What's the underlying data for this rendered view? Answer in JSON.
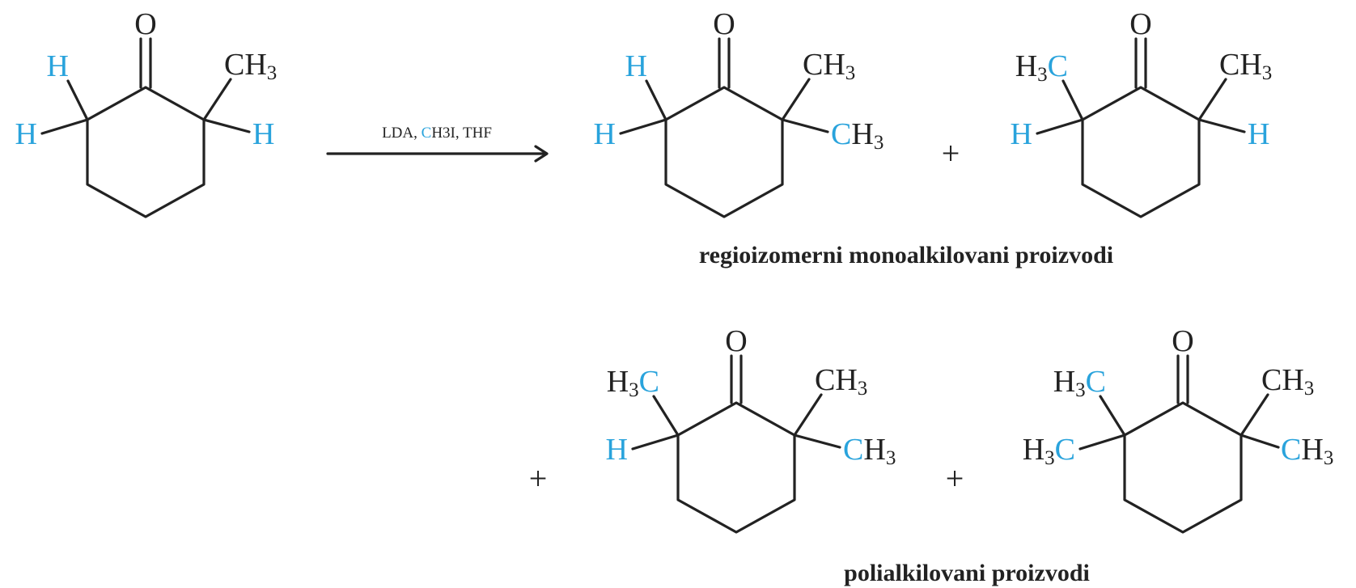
{
  "colors": {
    "ink": "#222222",
    "highlight": "#29a3dc",
    "background": "#ffffff"
  },
  "reaction": {
    "reagents": [
      {
        "text": "LDA, ",
        "hl": false
      },
      {
        "text": "C",
        "hl": true
      },
      {
        "text": "H",
        "hl": false
      },
      {
        "text": "3",
        "hl": false
      },
      {
        "text": "I, THF",
        "hl": false
      }
    ]
  },
  "labels": {
    "mono_products": "regioizomerni monoalkilovani proizvodi",
    "poly_products": "polialkilovani proizvodi"
  },
  "plus_signs": [
    "+",
    "+",
    "+"
  ],
  "molecules": [
    {
      "id": "starting-ketone",
      "carbonyl_atom": "O",
      "alpha_left": [
        {
          "parts": [
            [
              "H",
              true
            ]
          ]
        },
        {
          "parts": [
            [
              "H",
              true
            ]
          ]
        }
      ],
      "alpha_right": [
        {
          "parts": [
            [
              "CH",
              false
            ],
            [
              "3",
              false,
              "sub"
            ]
          ]
        },
        {
          "parts": [
            [
              "H",
              true
            ]
          ]
        }
      ]
    },
    {
      "id": "mono-product-2-2-dimethyl",
      "carbonyl_atom": "O",
      "alpha_left": [
        {
          "parts": [
            [
              "H",
              true
            ]
          ]
        },
        {
          "parts": [
            [
              "H",
              true
            ]
          ]
        }
      ],
      "alpha_right": [
        {
          "parts": [
            [
              "CH",
              false
            ],
            [
              "3",
              false,
              "sub"
            ]
          ]
        },
        {
          "parts": [
            [
              "C",
              true
            ],
            [
              "H",
              false
            ],
            [
              "3",
              false,
              "sub"
            ]
          ]
        }
      ]
    },
    {
      "id": "mono-product-2-6-dimethyl",
      "carbonyl_atom": "O",
      "alpha_left": [
        {
          "parts": [
            [
              "H",
              false
            ],
            [
              "3",
              false,
              "sub"
            ],
            [
              "C",
              true
            ]
          ]
        },
        {
          "parts": [
            [
              "H",
              true
            ]
          ]
        }
      ],
      "alpha_right": [
        {
          "parts": [
            [
              "CH",
              false
            ],
            [
              "3",
              false,
              "sub"
            ]
          ]
        },
        {
          "parts": [
            [
              "H",
              true
            ]
          ]
        }
      ]
    },
    {
      "id": "poly-product-trimethyl",
      "carbonyl_atom": "O",
      "alpha_left": [
        {
          "parts": [
            [
              "H",
              false
            ],
            [
              "3",
              false,
              "sub"
            ],
            [
              "C",
              true
            ]
          ]
        },
        {
          "parts": [
            [
              "H",
              true
            ]
          ]
        }
      ],
      "alpha_right": [
        {
          "parts": [
            [
              "CH",
              false
            ],
            [
              "3",
              false,
              "sub"
            ]
          ]
        },
        {
          "parts": [
            [
              "C",
              true
            ],
            [
              "H",
              false
            ],
            [
              "3",
              false,
              "sub"
            ]
          ]
        }
      ]
    },
    {
      "id": "poly-product-tetramethyl",
      "carbonyl_atom": "O",
      "alpha_left": [
        {
          "parts": [
            [
              "H",
              false
            ],
            [
              "3",
              false,
              "sub"
            ],
            [
              "C",
              true
            ]
          ]
        },
        {
          "parts": [
            [
              "H",
              false
            ],
            [
              "3",
              false,
              "sub"
            ],
            [
              "C",
              true
            ]
          ]
        }
      ],
      "alpha_right": [
        {
          "parts": [
            [
              "CH",
              false
            ],
            [
              "3",
              false,
              "sub"
            ]
          ]
        },
        {
          "parts": [
            [
              "C",
              true
            ],
            [
              "H",
              false
            ],
            [
              "3",
              false,
              "sub"
            ]
          ]
        }
      ]
    }
  ]
}
